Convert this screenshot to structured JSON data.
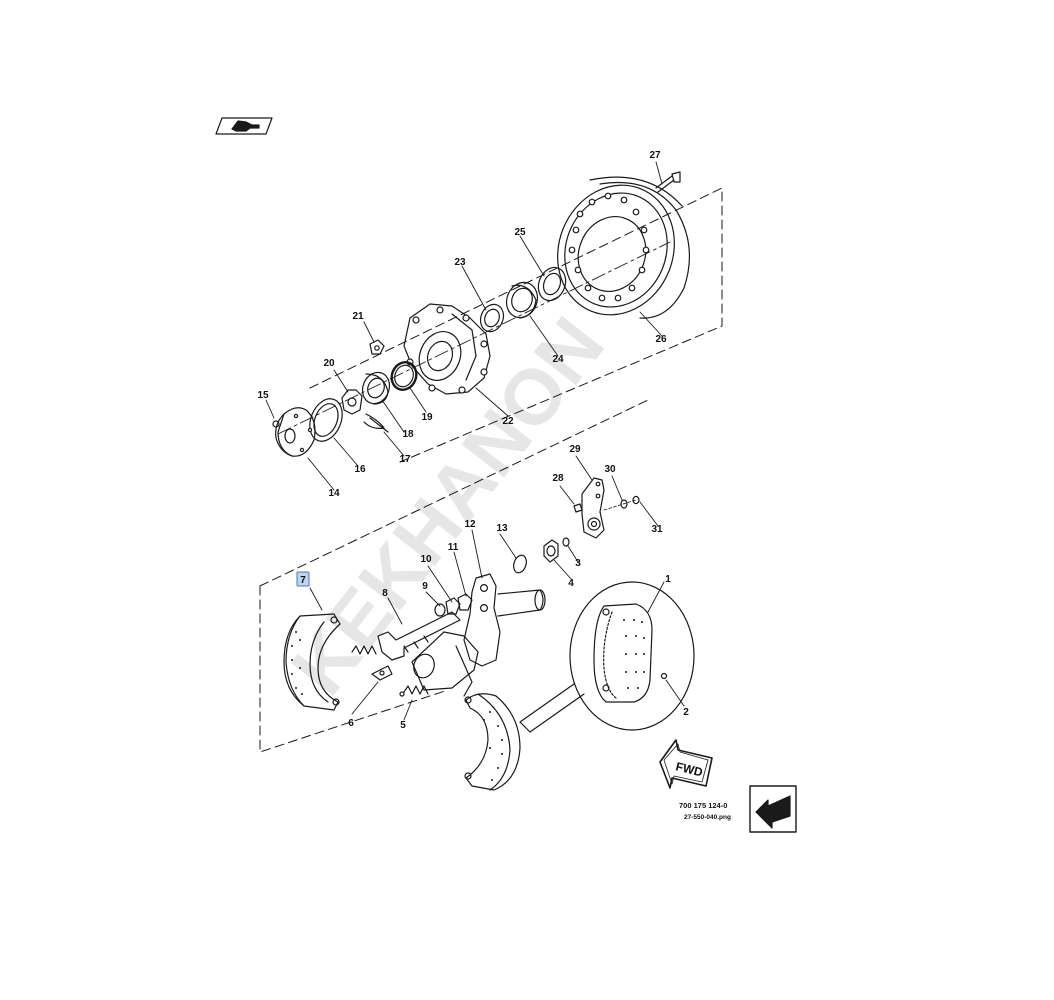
{
  "diagram": {
    "figure_number": "700 175 124-0",
    "file_name": "27-550-040.png",
    "fwd_label": "FWD",
    "watermark": "KEKHANON",
    "highlighted_callout": "7",
    "colors": {
      "line": "#1a1a1a",
      "highlight_fill": "#bcd6ee",
      "highlight_stroke": "#4a78b4",
      "watermark": "#e6e6e6"
    },
    "icons": {
      "top_left": "hand-pointer-icon",
      "bottom_right": "arrow-icon"
    },
    "callouts": [
      "1",
      "2",
      "3",
      "4",
      "5",
      "6",
      "7",
      "8",
      "9",
      "10",
      "11",
      "12",
      "13",
      "14",
      "15",
      "16",
      "17",
      "18",
      "19",
      "20",
      "21",
      "22",
      "23",
      "24",
      "25",
      "26",
      "27",
      "28",
      "29",
      "30",
      "31"
    ]
  }
}
